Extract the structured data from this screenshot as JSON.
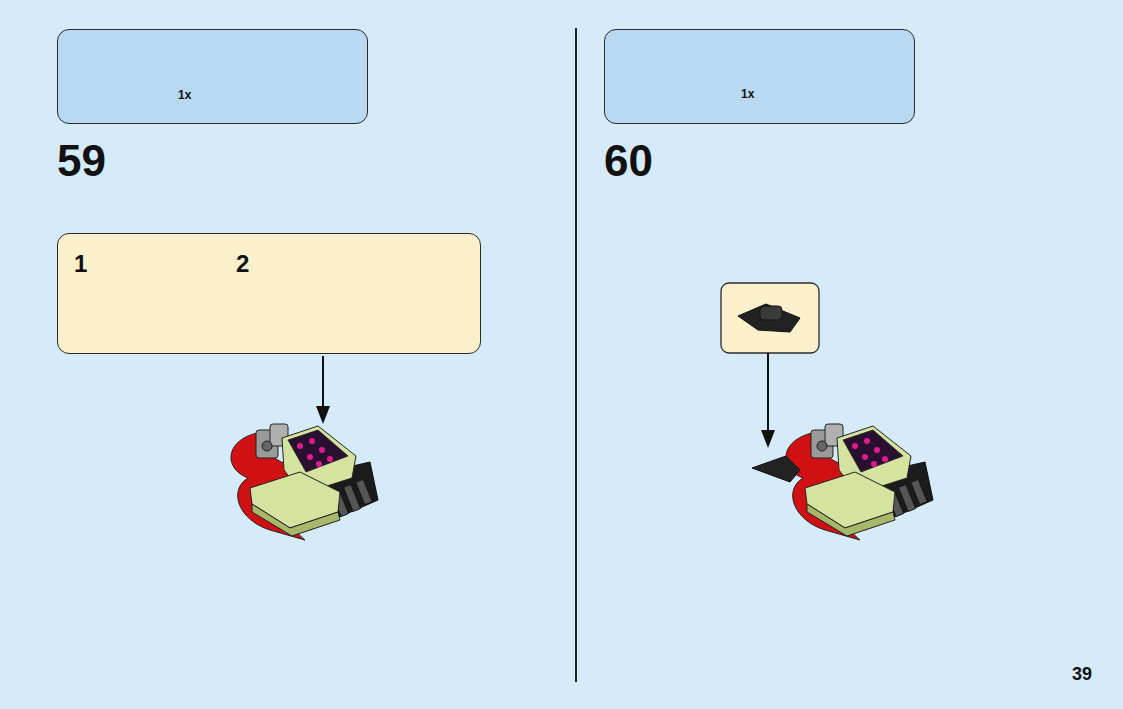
{
  "diagram": {
    "nodes": [
      {
        "text": [
          "1x"
        ]
      },
      {
        "text": [
          "1",
          "2"
        ]
      },
      {
        "text": [
          "1x"
        ]
      }
    ],
    "labels": [
      "59",
      "60",
      "39"
    ]
  }
}
